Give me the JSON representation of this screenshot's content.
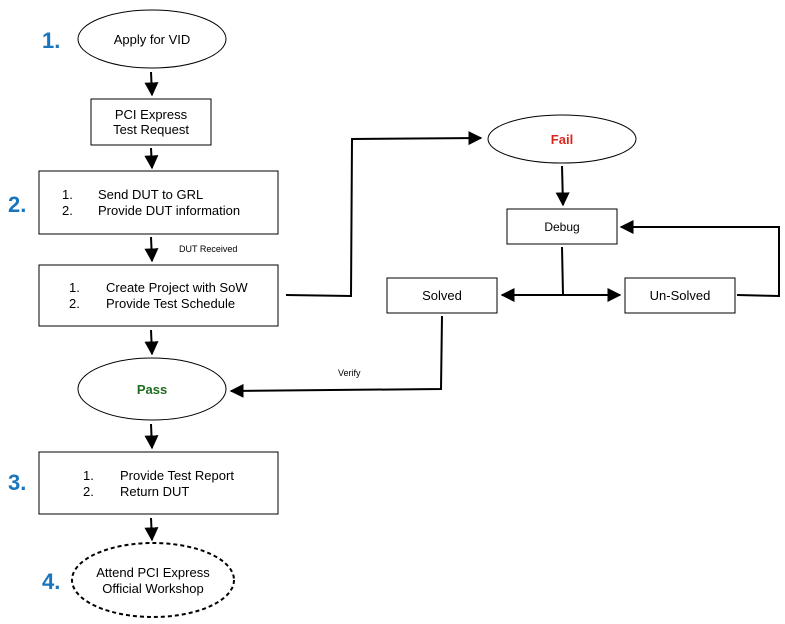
{
  "colors": {
    "step_number": "#1a75bc",
    "fail": "#d9251c",
    "pass": "#1e6b1e",
    "stroke": "#000000"
  },
  "step_numbers": [
    "1.",
    "2.",
    "3.",
    "4."
  ],
  "nodes": {
    "apply_vid": "Apply for VID",
    "test_request": [
      "PCI Express",
      "Test Request"
    ],
    "send_dut": [
      {
        "num": "1.",
        "text": "Send DUT to GRL"
      },
      {
        "num": "2.",
        "text": "Provide DUT information"
      }
    ],
    "create_project": [
      {
        "num": "1.",
        "text": "Create Project with SoW"
      },
      {
        "num": "2.",
        "text": "Provide Test Schedule"
      }
    ],
    "pass": "Pass",
    "test_report": [
      {
        "num": "1.",
        "text": "Provide Test Report"
      },
      {
        "num": "2.",
        "text": "Return DUT"
      }
    ],
    "workshop": [
      "Attend PCI Express",
      "Official Workshop"
    ],
    "fail": "Fail",
    "debug": "Debug",
    "solved": "Solved",
    "unsolved": "Un-Solved"
  },
  "edge_labels": {
    "dut_received": "DUT Received",
    "verify": "Verify"
  }
}
